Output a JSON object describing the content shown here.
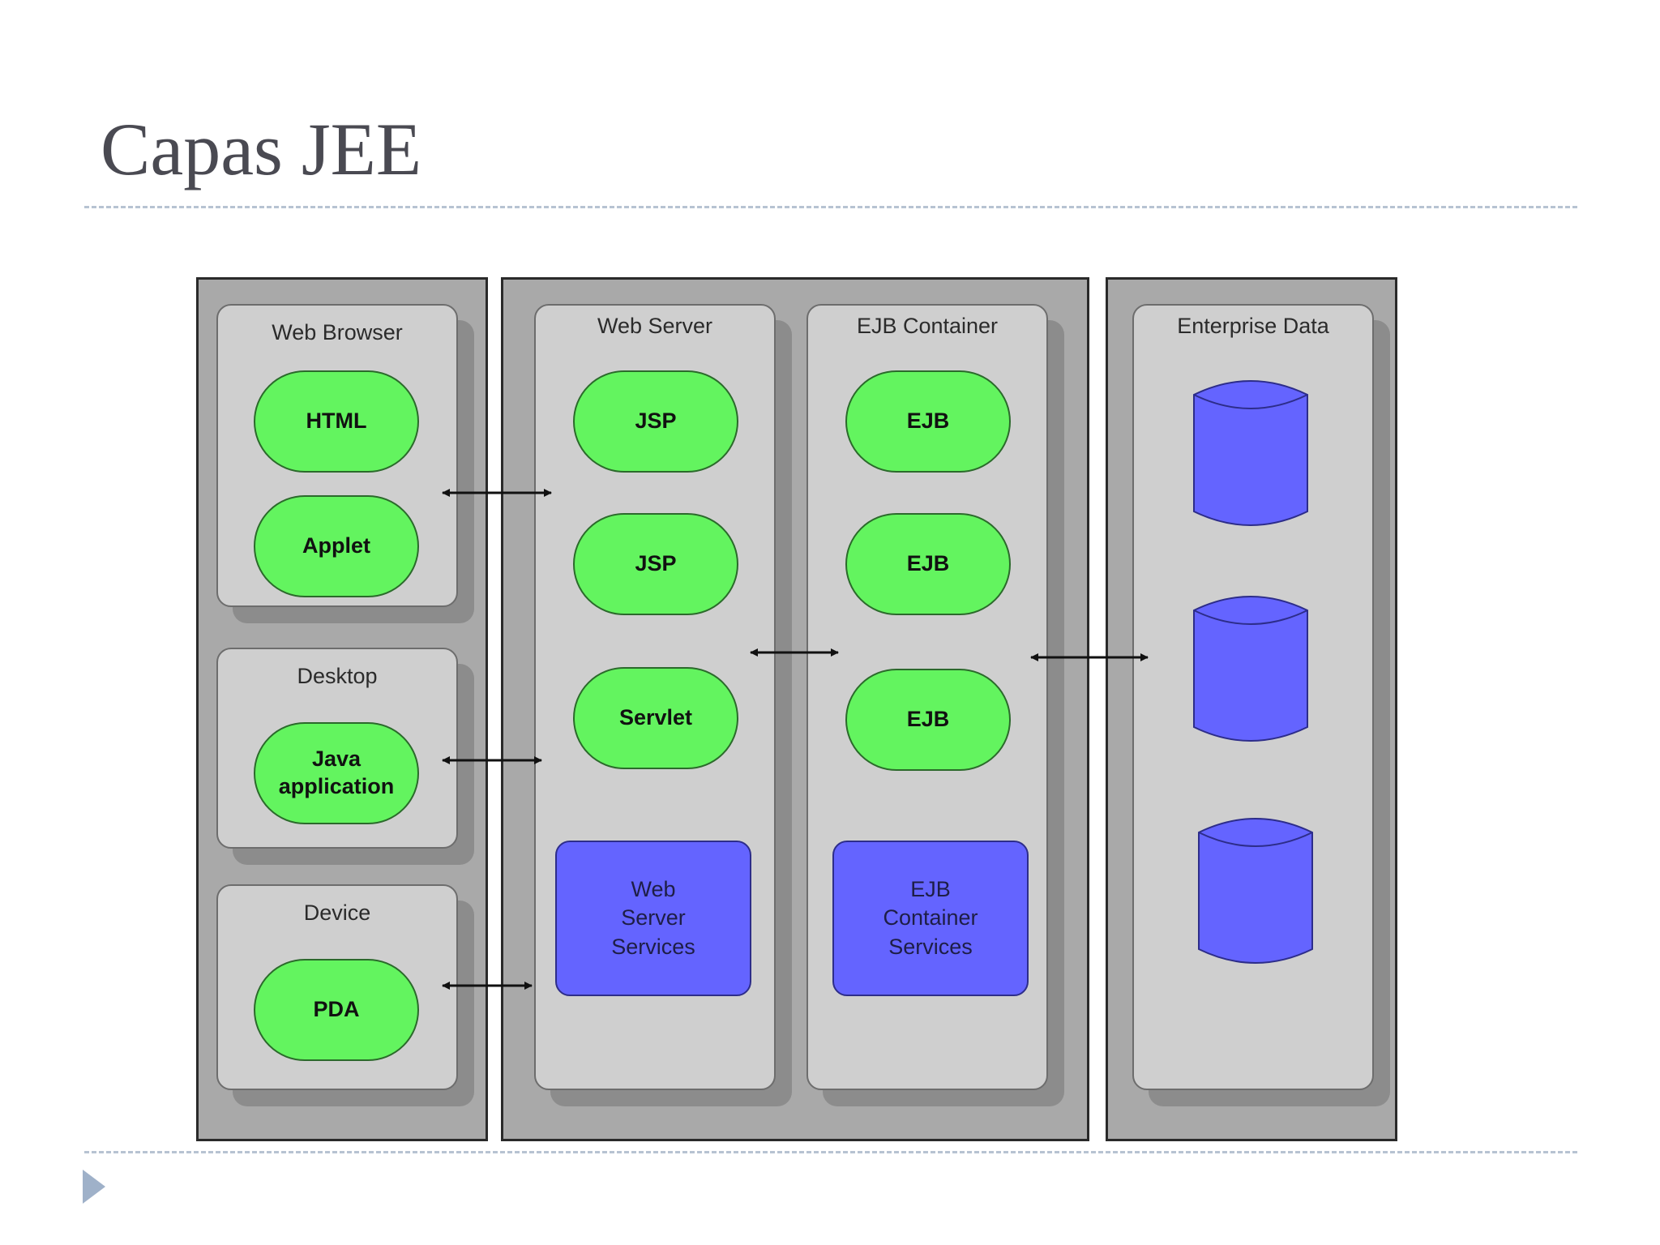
{
  "slide": {
    "title": "Capas JEE"
  },
  "diagram": {
    "client_groups": [
      {
        "label": "Web Browser",
        "components": [
          "HTML",
          "Applet"
        ]
      },
      {
        "label": "Desktop",
        "components": [
          "Java\napplication"
        ]
      },
      {
        "label": "Device",
        "components": [
          "PDA"
        ]
      }
    ],
    "web_server": {
      "label": "Web Server",
      "components": [
        "JSP",
        "JSP",
        "Servlet"
      ],
      "services": "Web\nServer\nServices"
    },
    "ejb_container": {
      "label": "EJB Container",
      "components": [
        "EJB",
        "EJB",
        "EJB"
      ],
      "services": "EJB\nContainer\nServices"
    },
    "enterprise_data": {
      "label": "Enterprise Data",
      "database_count": 3
    },
    "colors": {
      "component": "#63f45f",
      "service": "#6464ff",
      "database": "#6464ff",
      "group": "#cfcfcf",
      "tier": "#a9a9a9"
    },
    "icons": {
      "connector": "double-headed-arrow",
      "database": "cylinder-icon",
      "slide_marker": "triangle-icon"
    }
  }
}
